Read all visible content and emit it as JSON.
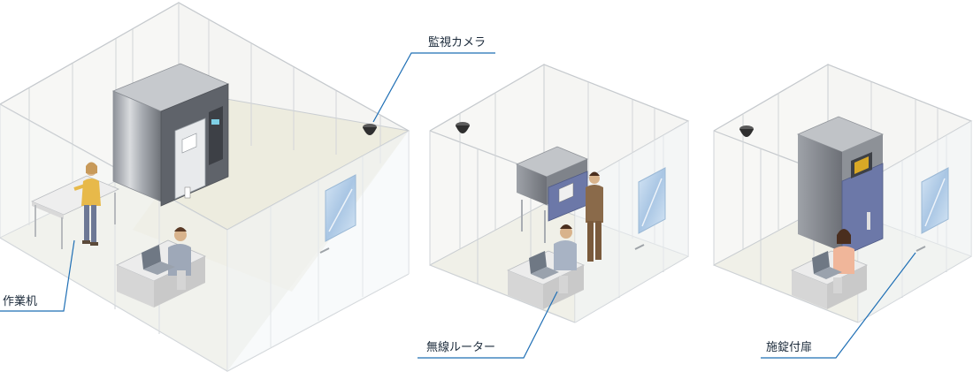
{
  "labels": {
    "camera": "監視カメラ",
    "desk": "作業机",
    "router": "無線ルーター",
    "door": "施錠付扉"
  },
  "colors": {
    "callout_line": "#1f6fb5",
    "glass_edge": "#c8ccd0",
    "floor": "#efefe6",
    "window": "#bcd6ee",
    "chamber_steel": "#9a9ea6",
    "chamber_blue": "#6c78a8",
    "camera": "#3a3a3a"
  },
  "icons": [
    "surveillance-camera-icon"
  ]
}
